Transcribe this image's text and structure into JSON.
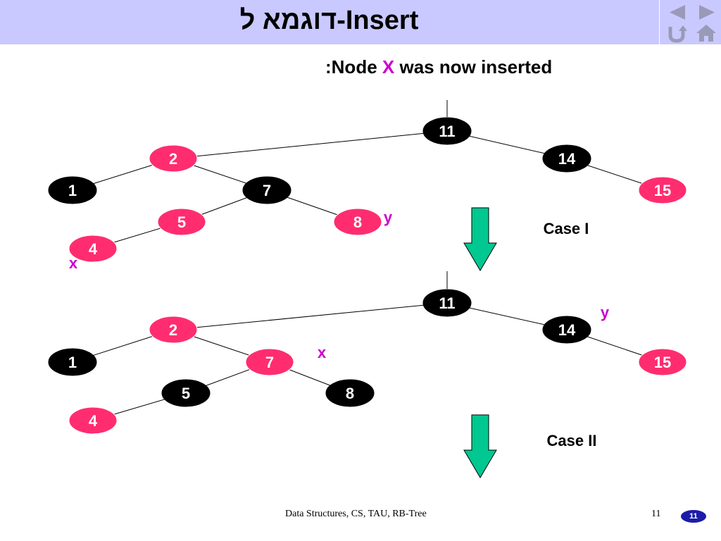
{
  "header": {
    "title": "דוגמא ל-Insert",
    "nav": {
      "prev": "previous-slide",
      "next": "next-slide",
      "back": "return",
      "home": "home"
    }
  },
  "subtitle": {
    "prefix": ":Node",
    "var": "X",
    "suffix": "was now inserted"
  },
  "colors": {
    "red": "#ff2d6f",
    "black": "#000000",
    "accent": "#cc00cc",
    "arrow": "#00c890",
    "header": "#c9c9ff"
  },
  "trees": [
    {
      "nodes": [
        {
          "id": "11",
          "label": "11",
          "color": "black"
        },
        {
          "id": "2",
          "label": "2",
          "color": "red"
        },
        {
          "id": "14",
          "label": "14",
          "color": "black"
        },
        {
          "id": "1",
          "label": "1",
          "color": "black"
        },
        {
          "id": "7",
          "label": "7",
          "color": "black"
        },
        {
          "id": "15",
          "label": "15",
          "color": "red"
        },
        {
          "id": "5",
          "label": "5",
          "color": "red"
        },
        {
          "id": "8",
          "label": "8",
          "color": "red"
        },
        {
          "id": "4",
          "label": "4",
          "color": "red"
        }
      ],
      "edges": [
        [
          "11",
          "2"
        ],
        [
          "11",
          "14"
        ],
        [
          "2",
          "1"
        ],
        [
          "2",
          "7"
        ],
        [
          "14",
          "15"
        ],
        [
          "7",
          "5"
        ],
        [
          "7",
          "8"
        ],
        [
          "5",
          "4"
        ]
      ],
      "annotations": [
        {
          "text": "y",
          "anchor": "8"
        },
        {
          "text": "x",
          "anchor": "4"
        }
      ]
    },
    {
      "nodes": [
        {
          "id": "11",
          "label": "11",
          "color": "black"
        },
        {
          "id": "2",
          "label": "2",
          "color": "red"
        },
        {
          "id": "14",
          "label": "14",
          "color": "black"
        },
        {
          "id": "1",
          "label": "1",
          "color": "black"
        },
        {
          "id": "7",
          "label": "7",
          "color": "red"
        },
        {
          "id": "15",
          "label": "15",
          "color": "red"
        },
        {
          "id": "5",
          "label": "5",
          "color": "black"
        },
        {
          "id": "8",
          "label": "8",
          "color": "black"
        },
        {
          "id": "4",
          "label": "4",
          "color": "red"
        }
      ],
      "edges": [
        [
          "11",
          "2"
        ],
        [
          "11",
          "14"
        ],
        [
          "2",
          "1"
        ],
        [
          "2",
          "7"
        ],
        [
          "14",
          "15"
        ],
        [
          "7",
          "5"
        ],
        [
          "7",
          "8"
        ],
        [
          "5",
          "4"
        ]
      ],
      "annotations": [
        {
          "text": "y",
          "anchor": "14"
        },
        {
          "text": "x",
          "anchor": "7"
        }
      ]
    }
  ],
  "cases": [
    "Case I",
    "Case II"
  ],
  "footer": {
    "text": "Data Structures, CS, TAU, RB-Tree",
    "page": "11",
    "badge": "11"
  }
}
